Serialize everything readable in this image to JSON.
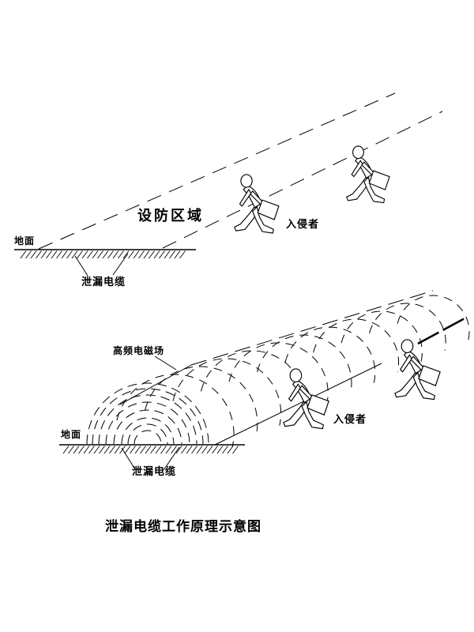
{
  "diagram": {
    "background_color": "#ffffff",
    "line_color": "#000000",
    "top_panel": {
      "zone_label": "设防区域",
      "ground_label": "地面",
      "cable_label": "泄漏电缆",
      "intruder_label": "入侵者"
    },
    "bottom_panel": {
      "field_label": "高频电磁场",
      "ground_label": "地面",
      "cable_label": "泄漏电缆",
      "intruder_label": "入侵者"
    },
    "caption": "泄漏电缆工作原理示意图"
  }
}
